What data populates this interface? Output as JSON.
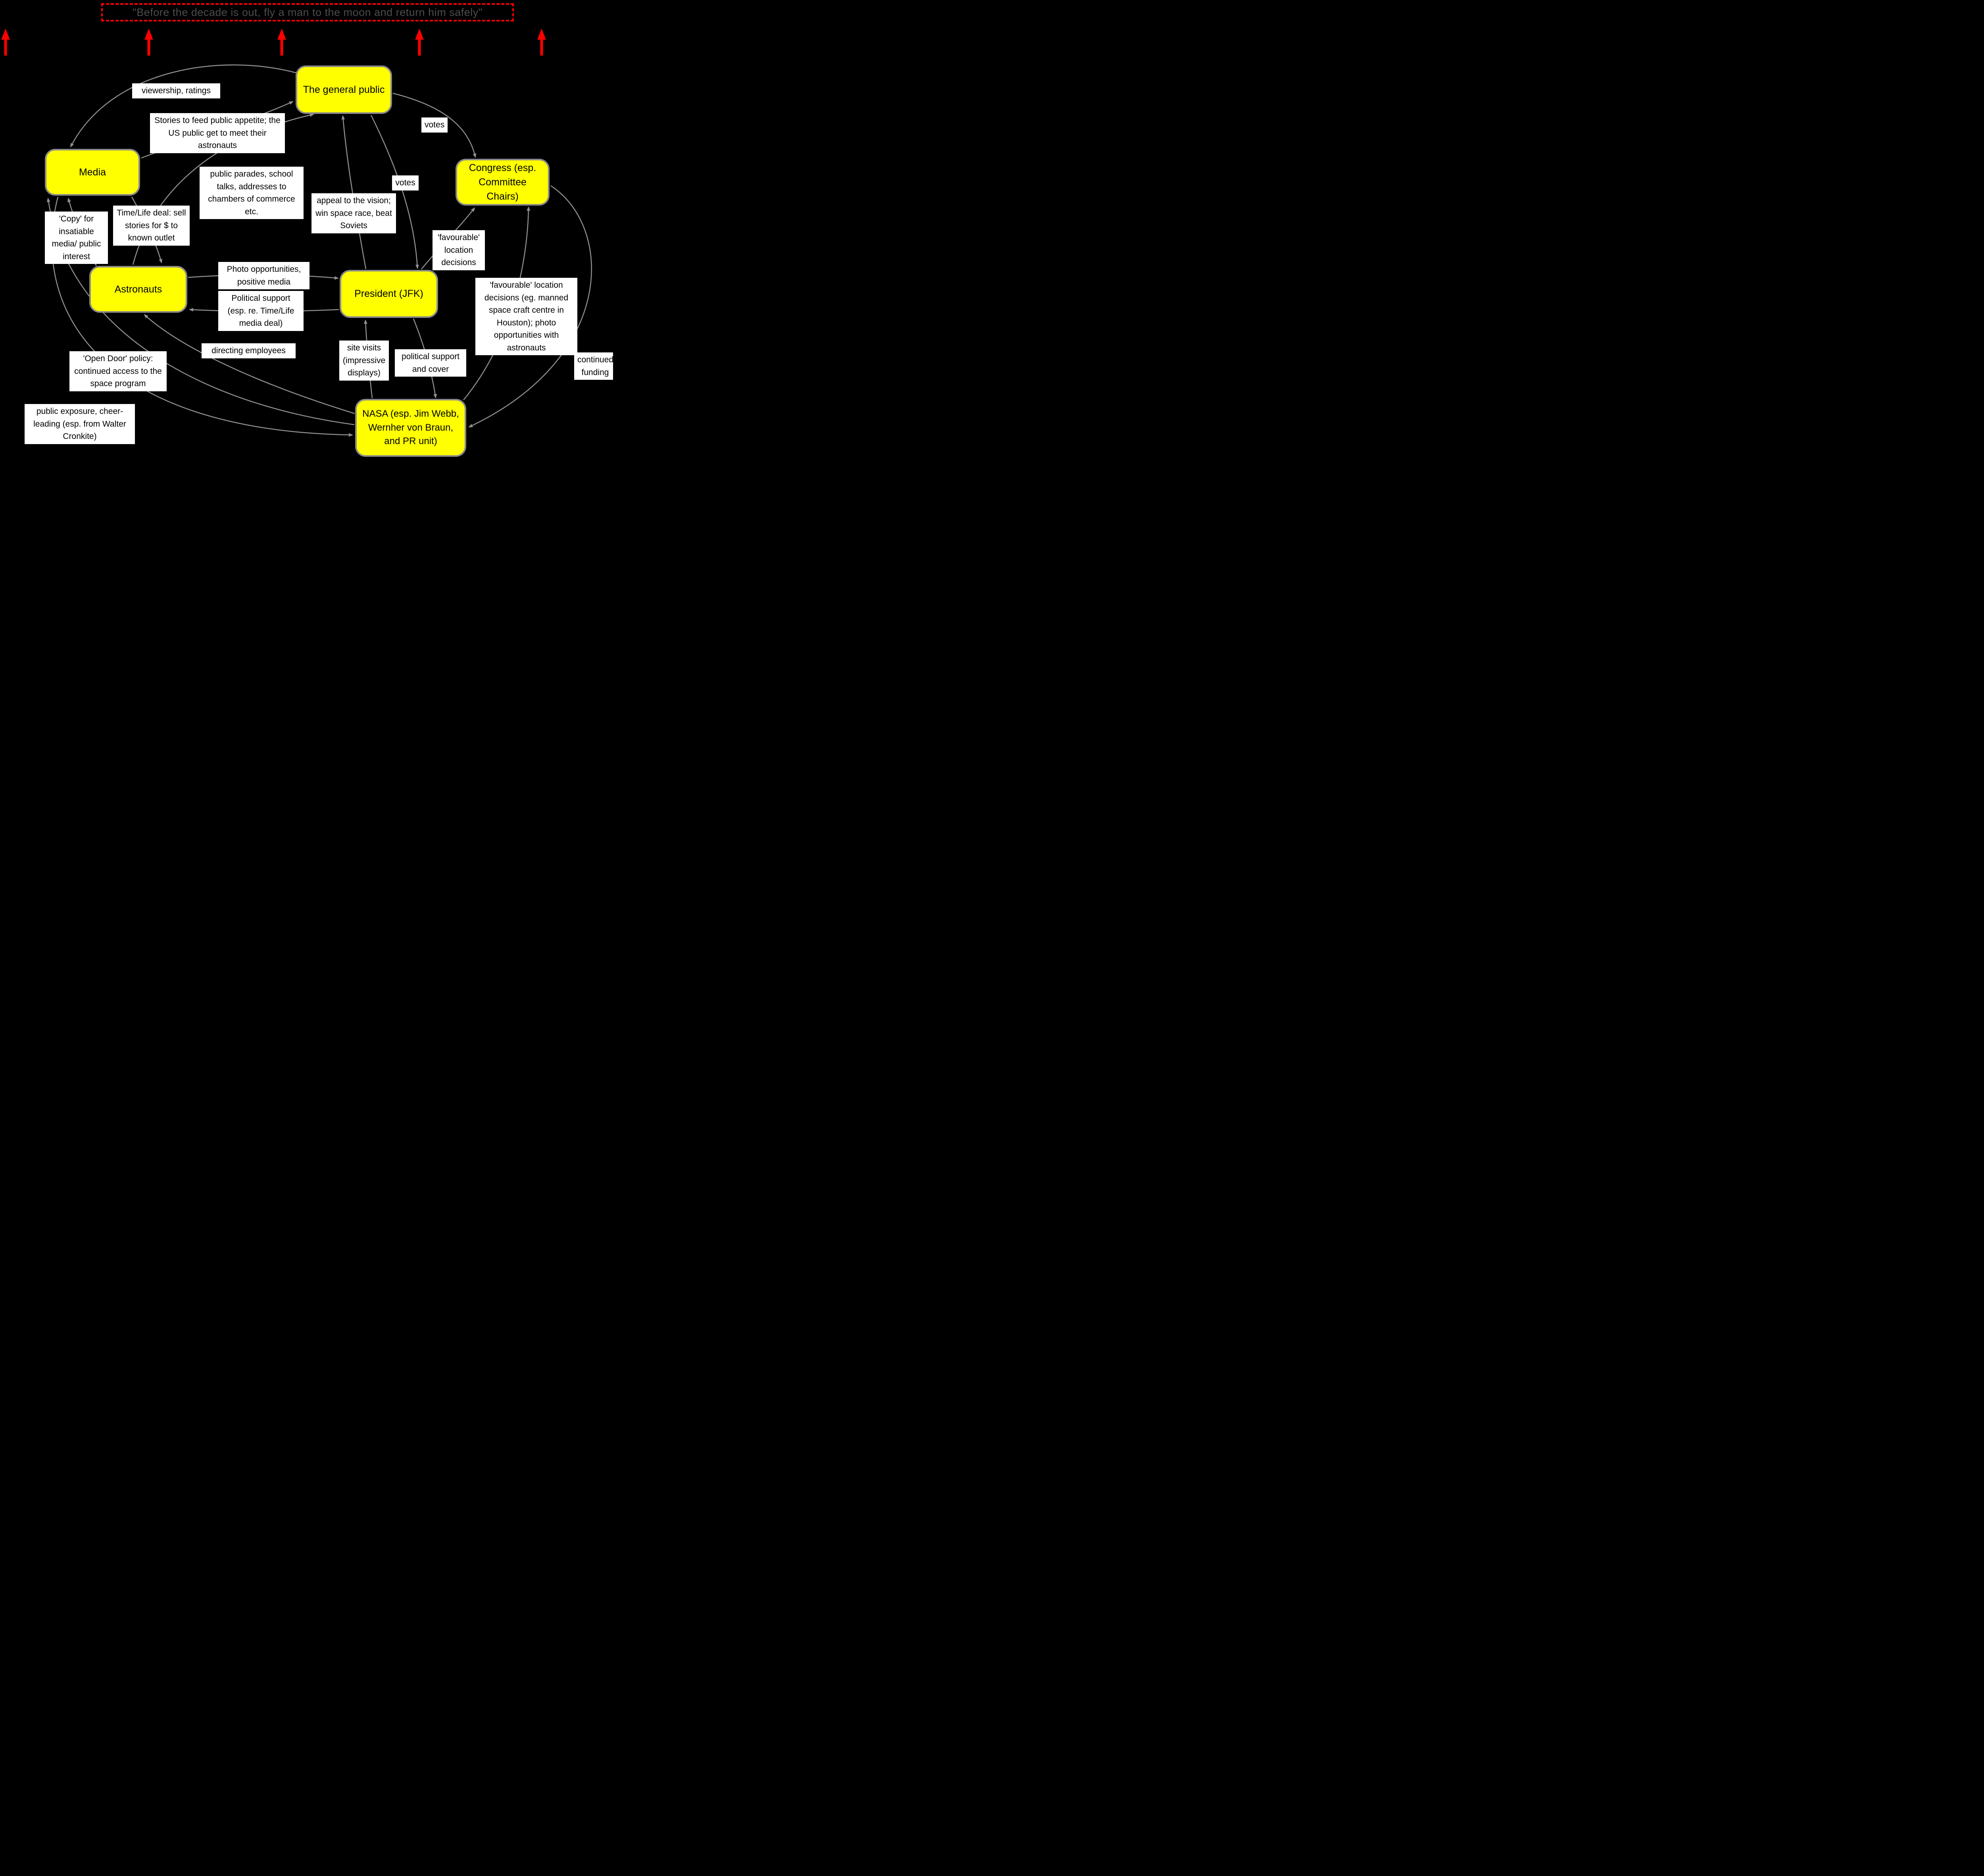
{
  "quote": {
    "text": "\"Before the decade is out, fly a man to the moon and return him safely\""
  },
  "colors": {
    "background": "#000000",
    "node_fill": "#ffff00",
    "node_border": "#8a8a8a",
    "edge": "#909090",
    "label_bg": "#ffffff",
    "accent_red": "#ff0000",
    "quote_text": "#4d4d4d"
  },
  "nodes": [
    {
      "id": "public",
      "label": "The general public"
    },
    {
      "id": "media",
      "label": "Media"
    },
    {
      "id": "congress",
      "label": "Congress (esp. Committee Chairs)"
    },
    {
      "id": "astronauts",
      "label": "Astronauts"
    },
    {
      "id": "president",
      "label": "President (JFK)"
    },
    {
      "id": "nasa",
      "label": "NASA (esp. Jim Webb, Wernher von Braun, and PR unit)"
    }
  ],
  "labels": [
    {
      "id": "viewership",
      "text": "viewership, ratings"
    },
    {
      "id": "stories",
      "text": "Stories to feed public appetite; the US public get to meet their astronauts"
    },
    {
      "id": "votes-congress",
      "text": "votes"
    },
    {
      "id": "votes-president",
      "text": "votes"
    },
    {
      "id": "parades",
      "text": "public parades, school talks, addresses to chambers of commerce etc."
    },
    {
      "id": "appeal",
      "text": "appeal to the vision; win space race, beat Soviets"
    },
    {
      "id": "fav-location-short",
      "text": "'favourable' location decisions"
    },
    {
      "id": "copy",
      "text": "'Copy' for insatiable media/ public interest"
    },
    {
      "id": "timelife",
      "text": "Time/Life deal: sell stories for $ to known outlet"
    },
    {
      "id": "photo-opps",
      "text": "Photo opportunities, positive media"
    },
    {
      "id": "political-support",
      "text": "Political support (esp. re. Time/Life media deal)"
    },
    {
      "id": "fav-location-long",
      "text": "'favourable' location decisions (eg. manned space craft centre in Houston); photo opportunities with astronauts"
    },
    {
      "id": "directing",
      "text": "directing employees"
    },
    {
      "id": "site-visits",
      "text": "site visits (impressive displays)"
    },
    {
      "id": "political-cover",
      "text": "political support and cover"
    },
    {
      "id": "open-door",
      "text": "'Open Door' policy: continued access to the space program"
    },
    {
      "id": "continued-funding",
      "text": "continued funding"
    },
    {
      "id": "exposure",
      "text": "public exposure, cheer-leading (esp. from Walter Cronkite)"
    }
  ],
  "connections": [
    {
      "from": "The general public",
      "to": "Media",
      "label": "viewership, ratings"
    },
    {
      "from": "Media",
      "to": "The general public",
      "label": "Stories to feed public appetite; the US public get to meet their astronauts"
    },
    {
      "from": "The general public",
      "to": "Congress (esp. Committee Chairs)",
      "label": "votes"
    },
    {
      "from": "The general public",
      "to": "President (JFK)",
      "label": "votes"
    },
    {
      "from": "President (JFK)",
      "to": "The general public",
      "label": "appeal to the vision; win space race, beat Soviets"
    },
    {
      "from": "Astronauts",
      "to": "The general public",
      "label": "public parades, school talks, addresses to chambers of commerce etc."
    },
    {
      "from": "Astronauts",
      "to": "President (JFK)",
      "label": "Photo opportunities, positive media"
    },
    {
      "from": "President (JFK)",
      "to": "Astronauts",
      "label": "Political support (esp. re. Time/Life media deal)"
    },
    {
      "from": "NASA (esp. Jim Webb, Wernher von Braun, and PR unit)",
      "to": "Astronauts",
      "label": "directing employees"
    },
    {
      "from": "NASA (esp. Jim Webb, Wernher von Braun, and PR unit)",
      "to": "President (JFK)",
      "label": "site visits (impressive displays)"
    },
    {
      "from": "President (JFK)",
      "to": "NASA (esp. Jim Webb, Wernher von Braun, and PR unit)",
      "label": "political support and cover"
    },
    {
      "from": "President (JFK)",
      "to": "Congress (esp. Committee Chairs)",
      "label": "'favourable' location decisions"
    },
    {
      "from": "NASA (esp. Jim Webb, Wernher von Braun, and PR unit)",
      "to": "Congress (esp. Committee Chairs)",
      "label": "'favourable' location decisions (eg. manned space craft centre in Houston); photo opportunities with astronauts"
    },
    {
      "from": "Congress (esp. Committee Chairs)",
      "to": "NASA (esp. Jim Webb, Wernher von Braun, and PR unit)",
      "label": "continued funding"
    },
    {
      "from": "NASA (esp. Jim Webb, Wernher von Braun, and PR unit)",
      "to": "Media",
      "label": "'Open Door' policy: continued access to the space program"
    },
    {
      "from": "Media",
      "to": "NASA (esp. Jim Webb, Wernher von Braun, and PR unit)",
      "label": "public exposure, cheer-leading (esp. from Walter Cronkite)"
    },
    {
      "from": "Astronauts",
      "to": "Media",
      "label": "'Copy' for insatiable media/ public interest"
    },
    {
      "from": "Media",
      "to": "Astronauts",
      "label": "Time/Life deal: sell stories for $ to known outlet"
    }
  ]
}
